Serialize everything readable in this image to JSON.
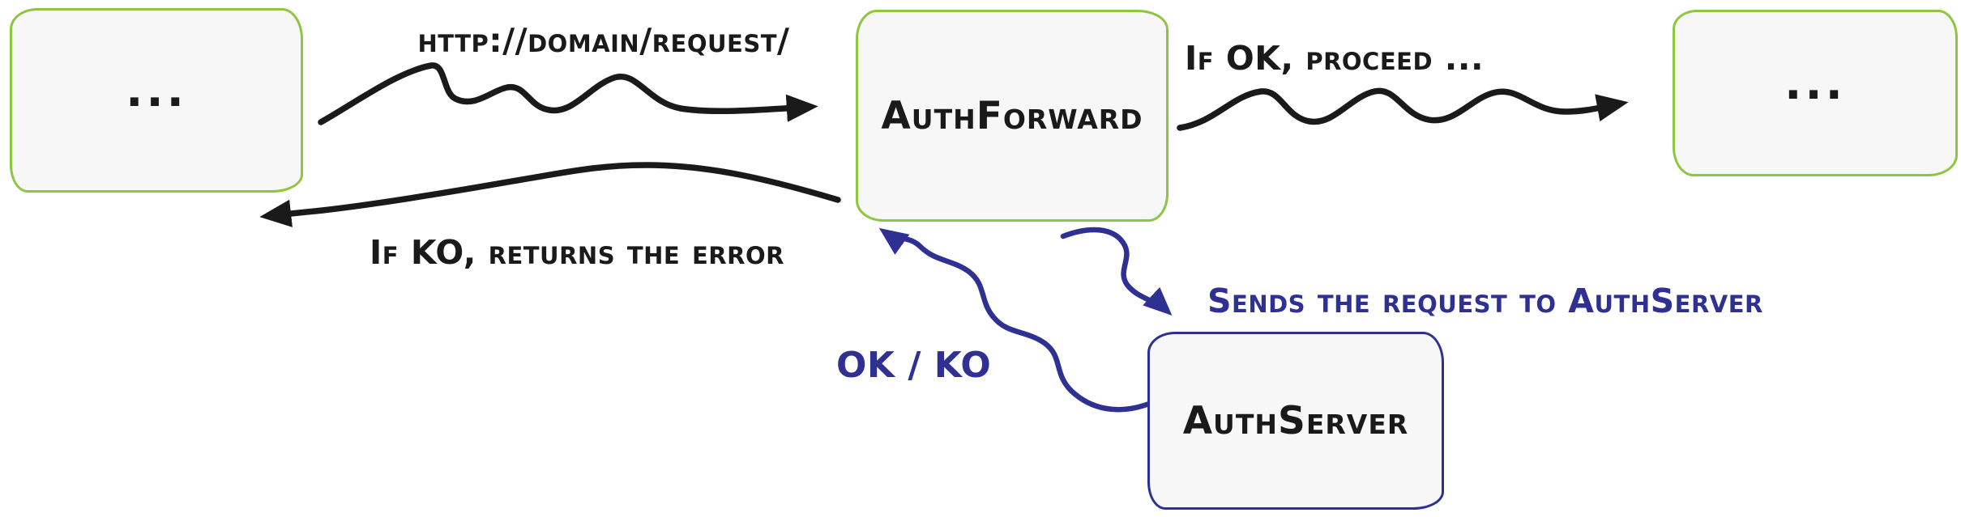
{
  "diagram": {
    "client_node": {
      "label": "..."
    },
    "authforward_node": {
      "label": "AuthForward"
    },
    "upstream_node": {
      "label": "..."
    },
    "authserver_node": {
      "label": "AuthServer"
    },
    "request_label": "http://domain/request/",
    "ok_label": "If OK, proceed ...",
    "ko_label": "If KO, returns the error",
    "send_label": "Sends the request to AuthServer",
    "okko_label": "OK / KO",
    "colors": {
      "green": "#8dc63f",
      "blue": "#2e3192",
      "ink": "#1a1a1a",
      "box_fill": "#f7f7f7"
    }
  }
}
